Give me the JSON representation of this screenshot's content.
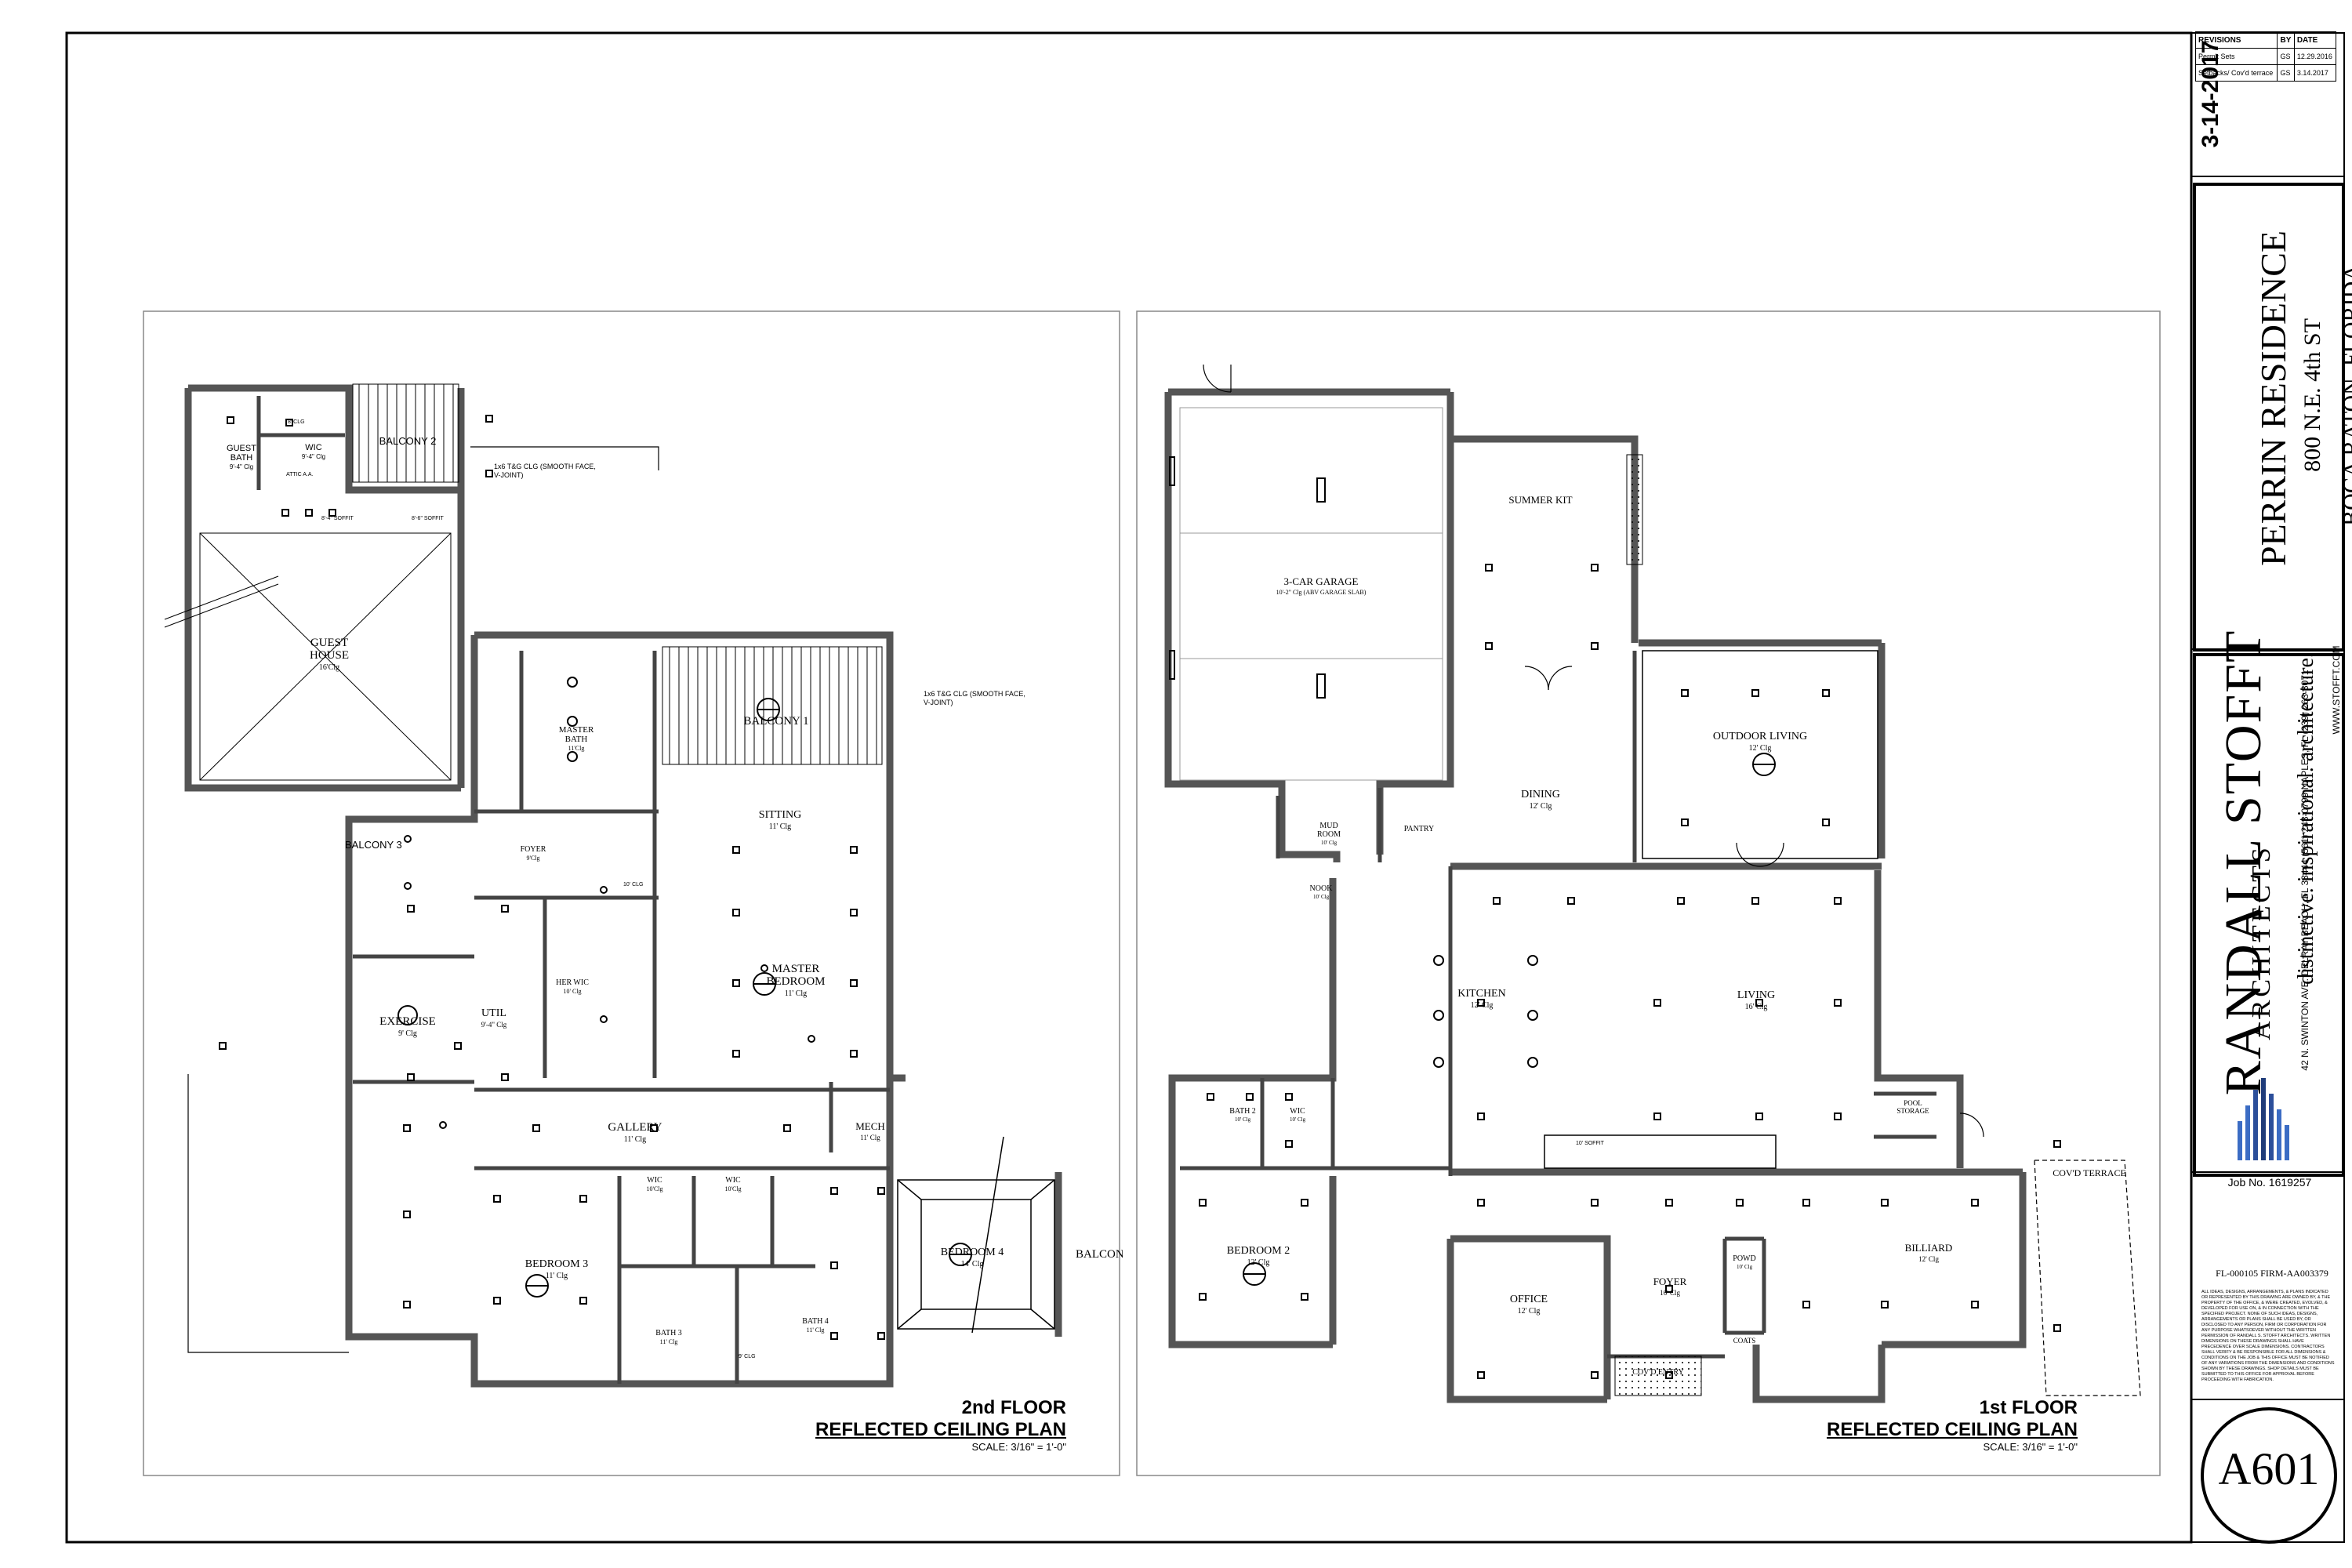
{
  "title_block": {
    "date_stamp": "3-14-2017",
    "revisions": {
      "headers": [
        "REVISIONS",
        "BY",
        "DATE"
      ],
      "rows": [
        {
          "desc": "Permit Sets",
          "by": "GS",
          "date": "12.29.2016"
        },
        {
          "desc": "Setbacks/ Cov'd terrace",
          "by": "GS",
          "date": "3.14.2017"
        }
      ]
    },
    "project_name": "PERRIN RESIDENCE",
    "project_street": "800 N.E. 4th ST",
    "project_city": "BOCA RATON, FLORIDA",
    "firm_name": "RANDALL STOFFT",
    "firm_sub": "ARCHITECTS",
    "firm_tagline": "distinctive. inspirational. architecture.",
    "firm_address": "42 N. SWINTON AVE. DELRAY BEACH, FL 33444 (561) 243-0799    NAPLES, FL (239) 263-3071",
    "firm_web": "WWW.STOFFT.COM",
    "job_no": "Job No. 1619257",
    "firm_lic": "FL-000105     FIRM-AA003379",
    "fine_print": "ALL IDEAS, DESIGNS, ARRANGEMENTS, & PLANS INDICATED OR REPRESENTED BY THIS DRAWING ARE OWNED BY, & THE PROPERTY OF THE OFFICE, & WERE CREATED, EVOLVED, & DEVELOPED FOR USE ON, & IN CONNECTION WITH THE SPECIFIED PROJECT. NONE OF SUCH IDEAS, DESIGNS, ARRANGEMENTS OR PLANS SHALL BE USED BY, OR DISCLOSED TO ANY PERSON, FIRM OR CORPORATION FOR ANY PURPOSE WHATSOEVER WITHOUT THE WRITTEN PERMISSION OF RANDALL S. STOFFT ARCHITECTS. WRITTEN DIMENSIONS ON THESE DRAWINGS SHALL HAVE PRECEDENCE OVER SCALE DIMENSIONS. CONTRACTORS SHALL VERIFY & BE RESPONSIBLE FOR ALL DIMENSIONS & CONDITIONS ON THE JOB & THIS OFFICE MUST BE NOTIFIED OF ANY VARIATIONS FROM THE DIMENSIONS AND CONDITIONS SHOWN BY THESE DRAWINGS. SHOP DETAILS MUST BE SUBMITTED TO THIS OFFICE FOR APPROVAL BEFORE PROCEEDING WITH FABRICATION.",
    "sheet_number": "A601"
  },
  "plans": {
    "second_floor": {
      "title": "2nd FLOOR",
      "subtitle": "REFLECTED CEILING PLAN",
      "scale": "SCALE: 3/16\" = 1'-0\""
    },
    "first_floor": {
      "title": "1st FLOOR",
      "subtitle": "REFLECTED CEILING PLAN",
      "scale": "SCALE: 3/16\" = 1'-0\""
    }
  },
  "rooms_2nd": [
    {
      "name": "GUEST BATH",
      "ceiling": "9'-4\" Clg"
    },
    {
      "name": "WIC",
      "ceiling": "9'-4\" Clg"
    },
    {
      "name": "BALCONY 2",
      "ceiling": ""
    },
    {
      "name": "GUEST HOUSE",
      "ceiling": "16'Clg"
    },
    {
      "name": "MASTER BATH",
      "ceiling": "11'Clg"
    },
    {
      "name": "BALCONY 1",
      "ceiling": ""
    },
    {
      "name": "SITTING",
      "ceiling": "11' Clg"
    },
    {
      "name": "BALCONY 3",
      "ceiling": ""
    },
    {
      "name": "FOYER",
      "ceiling": "9'Clg"
    },
    {
      "name": "HER WIC",
      "ceiling": "10' Clg"
    },
    {
      "name": "MASTER BEDROOM",
      "ceiling": "11' Clg"
    },
    {
      "name": "EXERCISE",
      "ceiling": "9' Clg"
    },
    {
      "name": "UTIL",
      "ceiling": "9'-4\" Clg"
    },
    {
      "name": "GALLERY",
      "ceiling": "11' Clg"
    },
    {
      "name": "MECH",
      "ceiling": "11' Clg"
    },
    {
      "name": "BEDROOM 3",
      "ceiling": "11' Clg"
    },
    {
      "name": "WIC",
      "ceiling": "10'Clg"
    },
    {
      "name": "WIC",
      "ceiling": "10'Clg"
    },
    {
      "name": "BEDROOM 4",
      "ceiling": "14' Clg"
    },
    {
      "name": "BATH 3",
      "ceiling": "11' Clg"
    },
    {
      "name": "BATH 4",
      "ceiling": "11' Clg"
    },
    {
      "name": "BALCON",
      "ceiling": ""
    }
  ],
  "rooms_1st": [
    {
      "name": "3-CAR GARAGE",
      "ceiling": "10'-2\" Clg (ABV GARAGE SLAB)"
    },
    {
      "name": "SUMMER KIT",
      "ceiling": ""
    },
    {
      "name": "OUTDOOR LIVING",
      "ceiling": "12' Clg"
    },
    {
      "name": "DINING",
      "ceiling": "12' Clg"
    },
    {
      "name": "MUD ROOM",
      "ceiling": "10' Clg"
    },
    {
      "name": "PANTRY",
      "ceiling": ""
    },
    {
      "name": "NOOK",
      "ceiling": "10' Clg"
    },
    {
      "name": "KITCHEN",
      "ceiling": "12' Clg"
    },
    {
      "name": "LIVING",
      "ceiling": "16' Clg"
    },
    {
      "name": "BATH 2",
      "ceiling": "10' Clg"
    },
    {
      "name": "WIC",
      "ceiling": "10' Clg"
    },
    {
      "name": "POOL STORAGE",
      "ceiling": ""
    },
    {
      "name": "BEDROOM 2",
      "ceiling": "12' Clg"
    },
    {
      "name": "OFFICE",
      "ceiling": "12' Clg"
    },
    {
      "name": "FOYER",
      "ceiling": "16' Clg"
    },
    {
      "name": "POWD",
      "ceiling": "10' Clg"
    },
    {
      "name": "BILLIARD",
      "ceiling": "12' Clg"
    },
    {
      "name": "COV'D TERRACE",
      "ceiling": ""
    },
    {
      "name": "COATS",
      "ceiling": ""
    },
    {
      "name": "COV'D ENTRY",
      "ceiling": ""
    }
  ],
  "notes": {
    "tg_note_1": "1x6 T&G CLG (SMOOTH FACE, V-JOINT)",
    "tg_note_2": "1x6 T&G CLG (SMOOTH FACE, V-JOINT)",
    "soffit_8_4": "8'-4\" SOFFIT",
    "soffit_8_6": "8'-6\" SOFFIT",
    "soffit_10": "10' SOFFIT",
    "clg_8": "8' CLG",
    "clg_9": "9' CLG",
    "clg_10": "10' CLG",
    "attic_access": "ATTIC A.A."
  }
}
